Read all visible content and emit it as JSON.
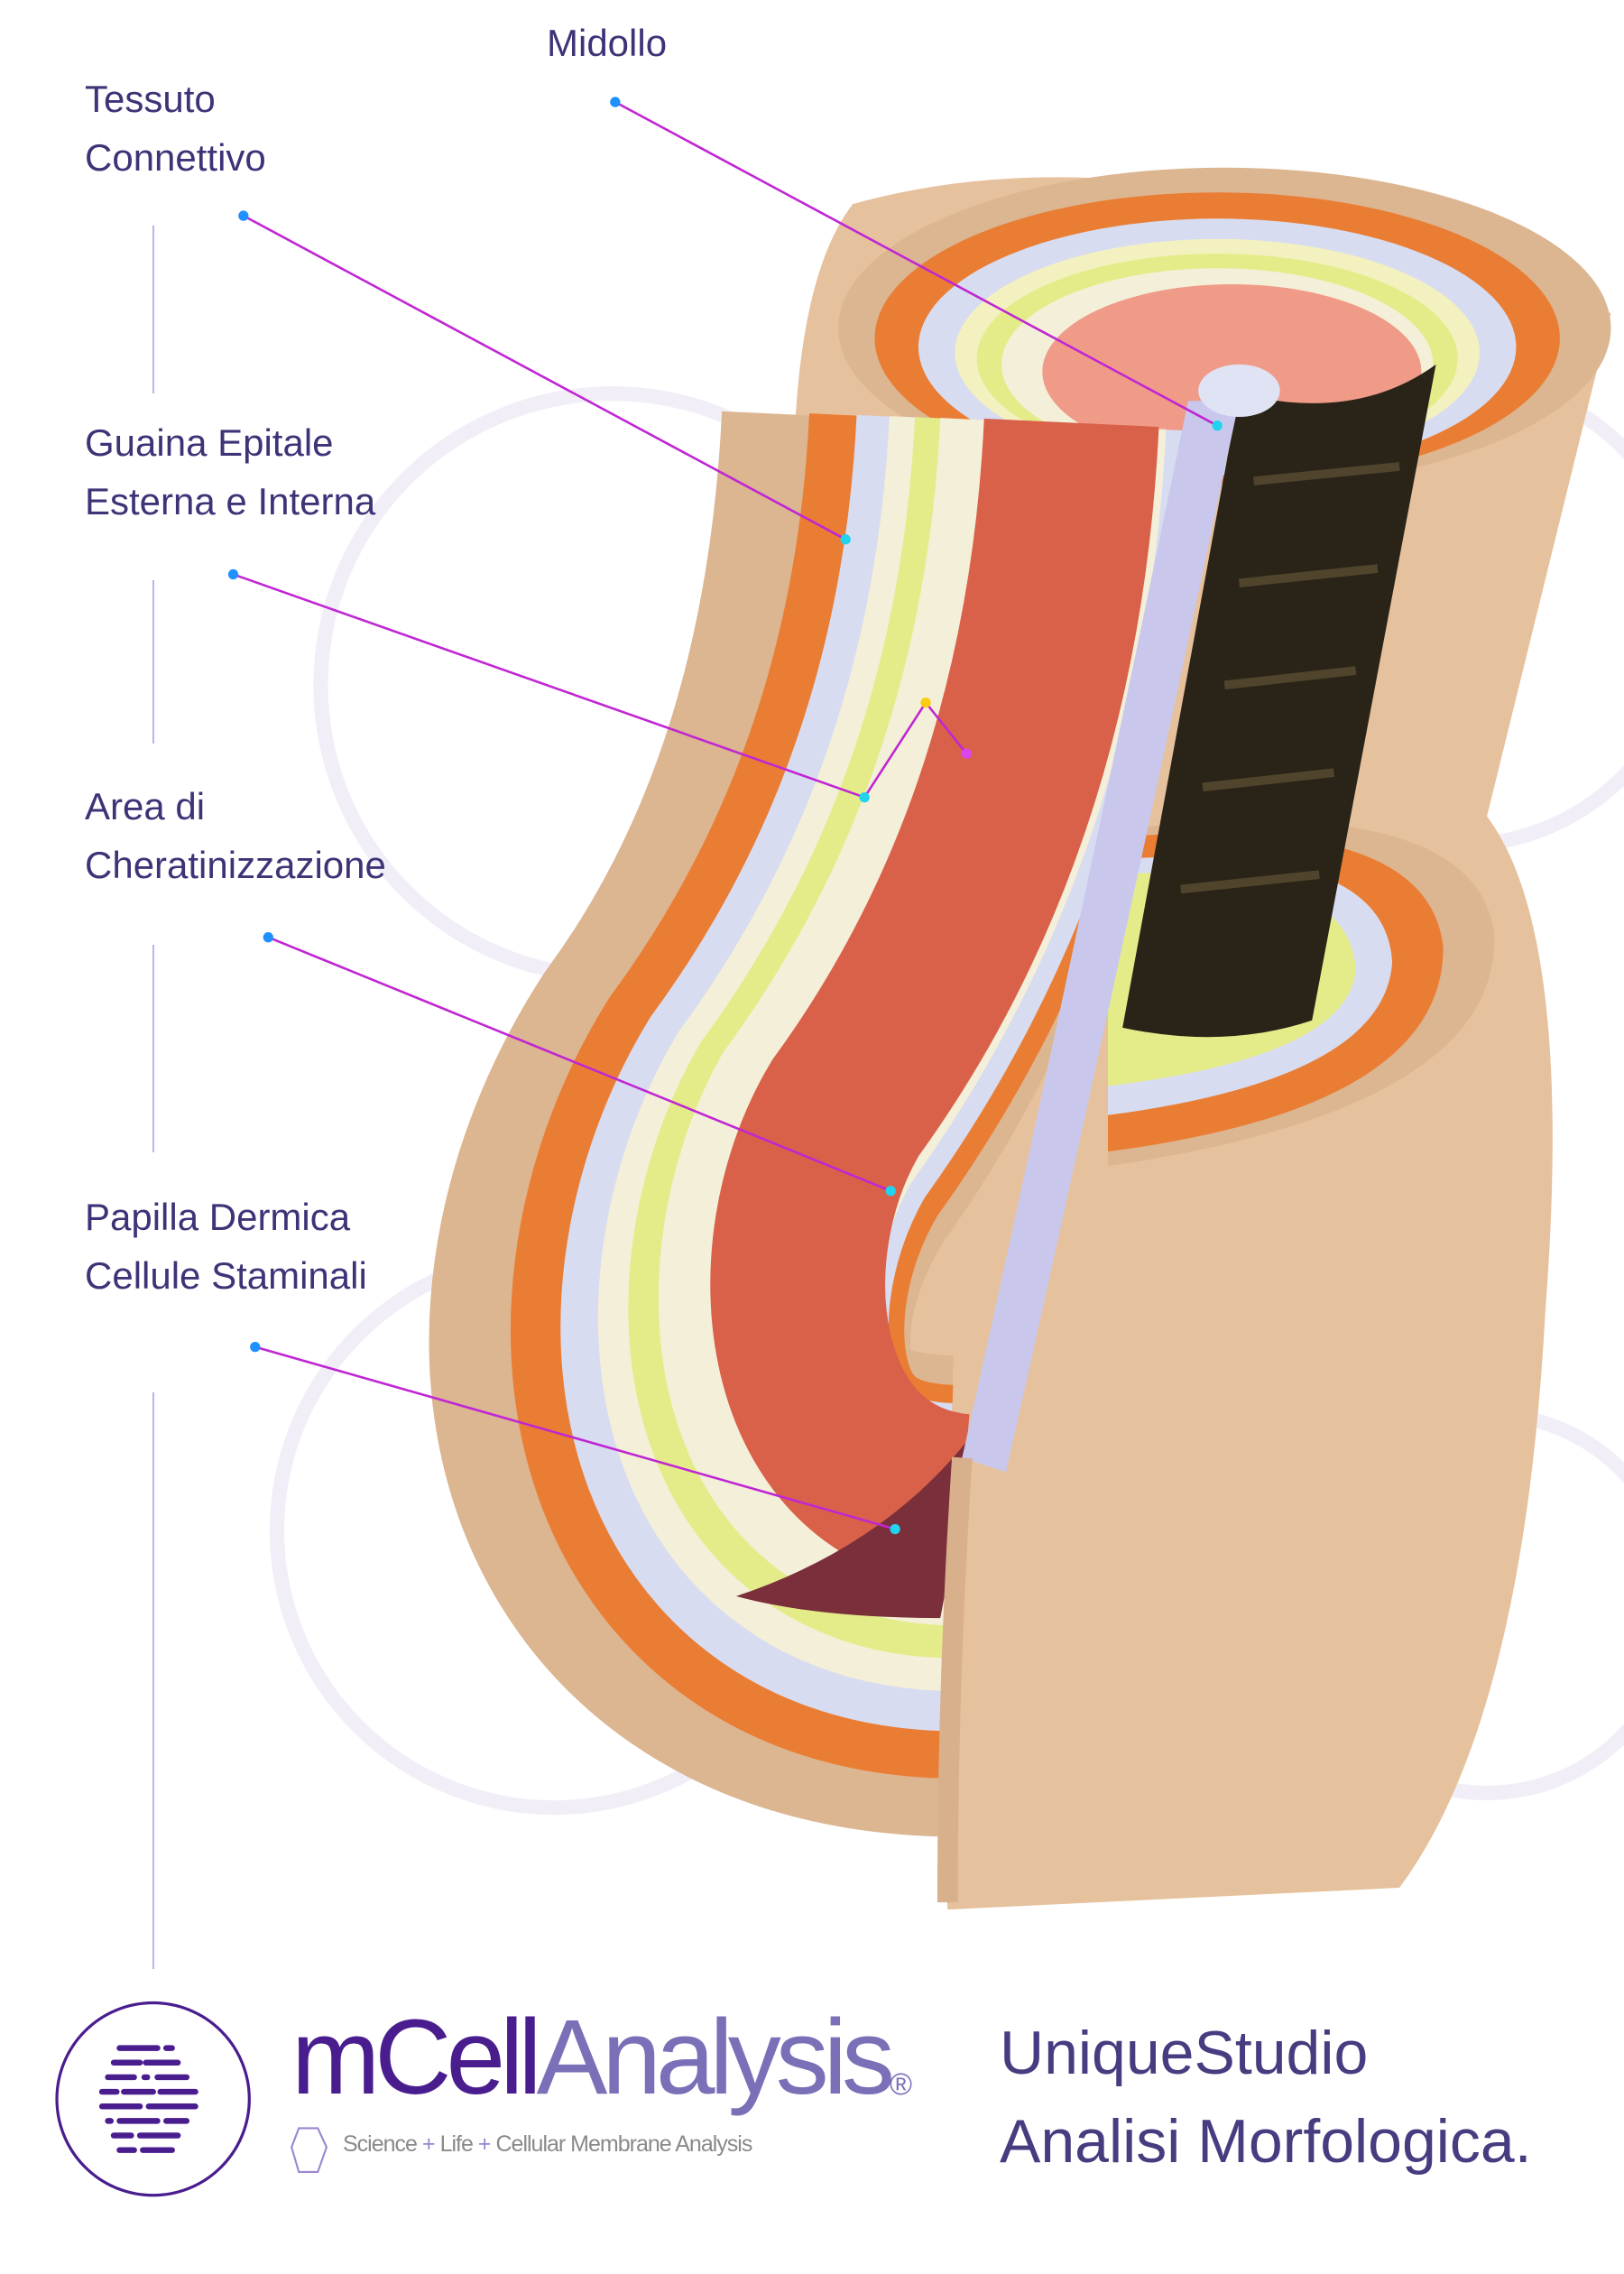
{
  "labels": {
    "midollo": "Midollo",
    "tessuto_1": "Tessuto",
    "tessuto_2": "Connettivo",
    "guaina_1": "Guaina Epitale",
    "guaina_2": "Esterna e Interna",
    "area_1": "Area di",
    "area_2": "Cheratinizzazione",
    "papilla_1": "Papilla Dermica",
    "papilla_2": "Cellule Staminali"
  },
  "brand": {
    "name_part1": "mCell",
    "name_part2": "Analysis",
    "registered": "®",
    "tagline_science": "Science",
    "tagline_plus": "+",
    "tagline_life": "Life",
    "tagline_cma": "Cellular Membrane Analysis"
  },
  "studio": {
    "line1": "UniqueStudio",
    "line2": "Analisi Morfologica."
  },
  "colors": {
    "text": "#3d3478",
    "brand": "#4a1d8f",
    "leader": "#c026d3",
    "dot": "#1e90ff"
  }
}
